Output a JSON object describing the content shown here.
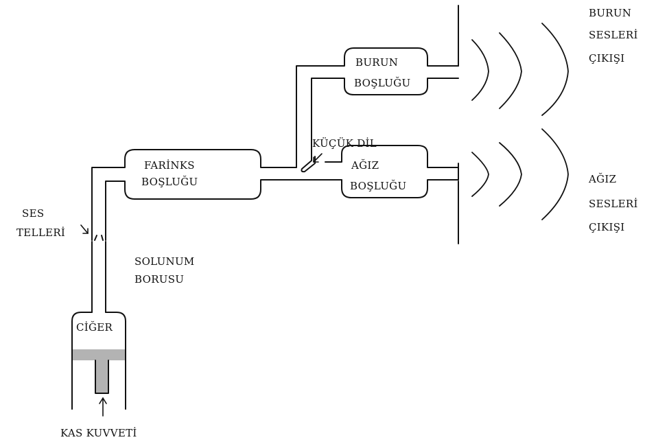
{
  "labels": {
    "burun_sesleri_cikisi": [
      "BURUN",
      "SESLERİ",
      "ÇIKIŞI"
    ],
    "agiz_sesleri_cikisi": [
      "AĞIZ",
      "SESLERİ",
      "ÇIKIŞI"
    ],
    "burun_boslugu": [
      "BURUN",
      "BOŞLUĞU"
    ],
    "kucuk_dil": "KÜÇÜK DİL",
    "agiz_boslugu": [
      "AĞIZ",
      "BOŞLUĞU"
    ],
    "farinks_boslugu": [
      "FARİNKS",
      "BOŞLUĞU"
    ],
    "ses_telleri": [
      "SES",
      "TELLERİ"
    ],
    "solunum_borusu": [
      "SOLUNUM",
      "BORUSU"
    ],
    "ciger": "CİĞER",
    "kas_kuvveti": "KAS KUVVETİ"
  },
  "colors": {
    "line": "#111111",
    "piston": "#b3b3b3",
    "background": "#ffffff"
  }
}
